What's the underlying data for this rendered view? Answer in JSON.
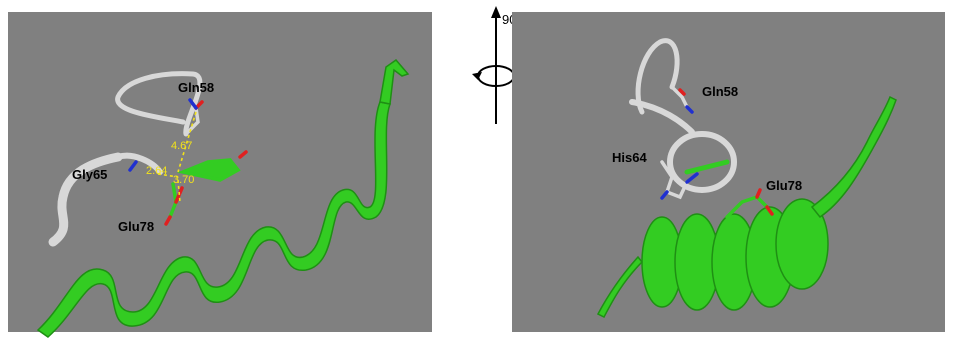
{
  "rotation": {
    "label": "90º"
  },
  "left_panel": {
    "residues": [
      "Gln58",
      "Gly65",
      "Glu78"
    ],
    "distances": [
      "4.67",
      "2.64",
      "3.70"
    ]
  },
  "right_panel": {
    "residues": [
      "Gln58",
      "His64",
      "Glu78"
    ]
  },
  "colors": {
    "background": "#808080",
    "helix": "#33cc22",
    "loop": "#d8d8d8",
    "hbond": "#f2e21a",
    "oxygen": "#e02020",
    "nitrogen": "#2030d0"
  }
}
